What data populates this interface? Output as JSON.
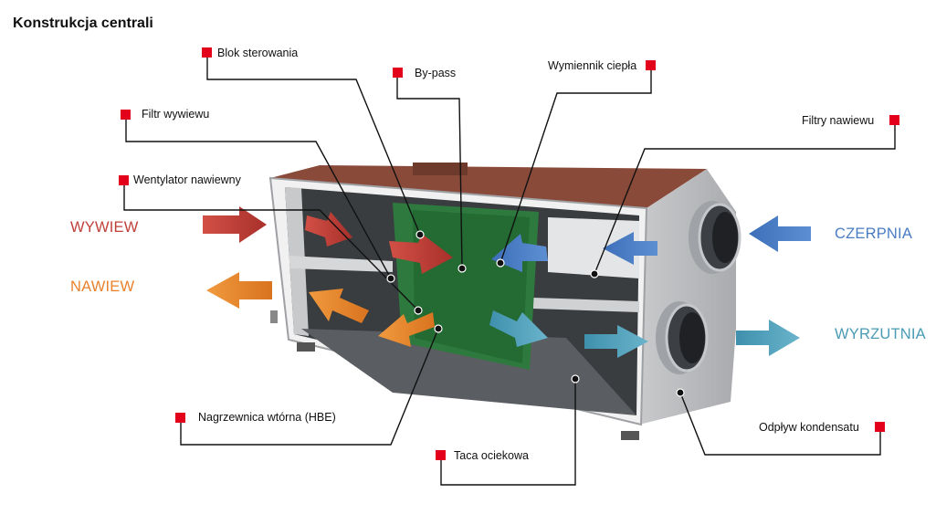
{
  "title": "Konstrukcja centrali",
  "labels": {
    "blok_sterowania": "Blok sterowania",
    "by_pass": "By-pass",
    "wymiennik": "Wymiennik ciepła",
    "filtr_wywiewu": "Filtr wywiewu",
    "filtry_nawiewu": "Filtry nawiewu",
    "wentylator": "Wentylator nawiewny",
    "nagrzewnica": "Nagrzewnica wtórna (HBE)",
    "taca": "Taca ociekowa",
    "odplyw": "Odpływ kondensatu"
  },
  "flows": {
    "wywiew": "WYWIEW",
    "nawiew": "NAWIEW",
    "czerpnia": "CZERPNIA",
    "wyrzutnia": "WYRZUTNIA"
  },
  "colors": {
    "marker": "#e3001b",
    "wywiew": "#c0403a",
    "nawiew": "#e8822e",
    "czerpnia": "#4a7cc3",
    "wyrzutnia": "#4a9bb5"
  }
}
